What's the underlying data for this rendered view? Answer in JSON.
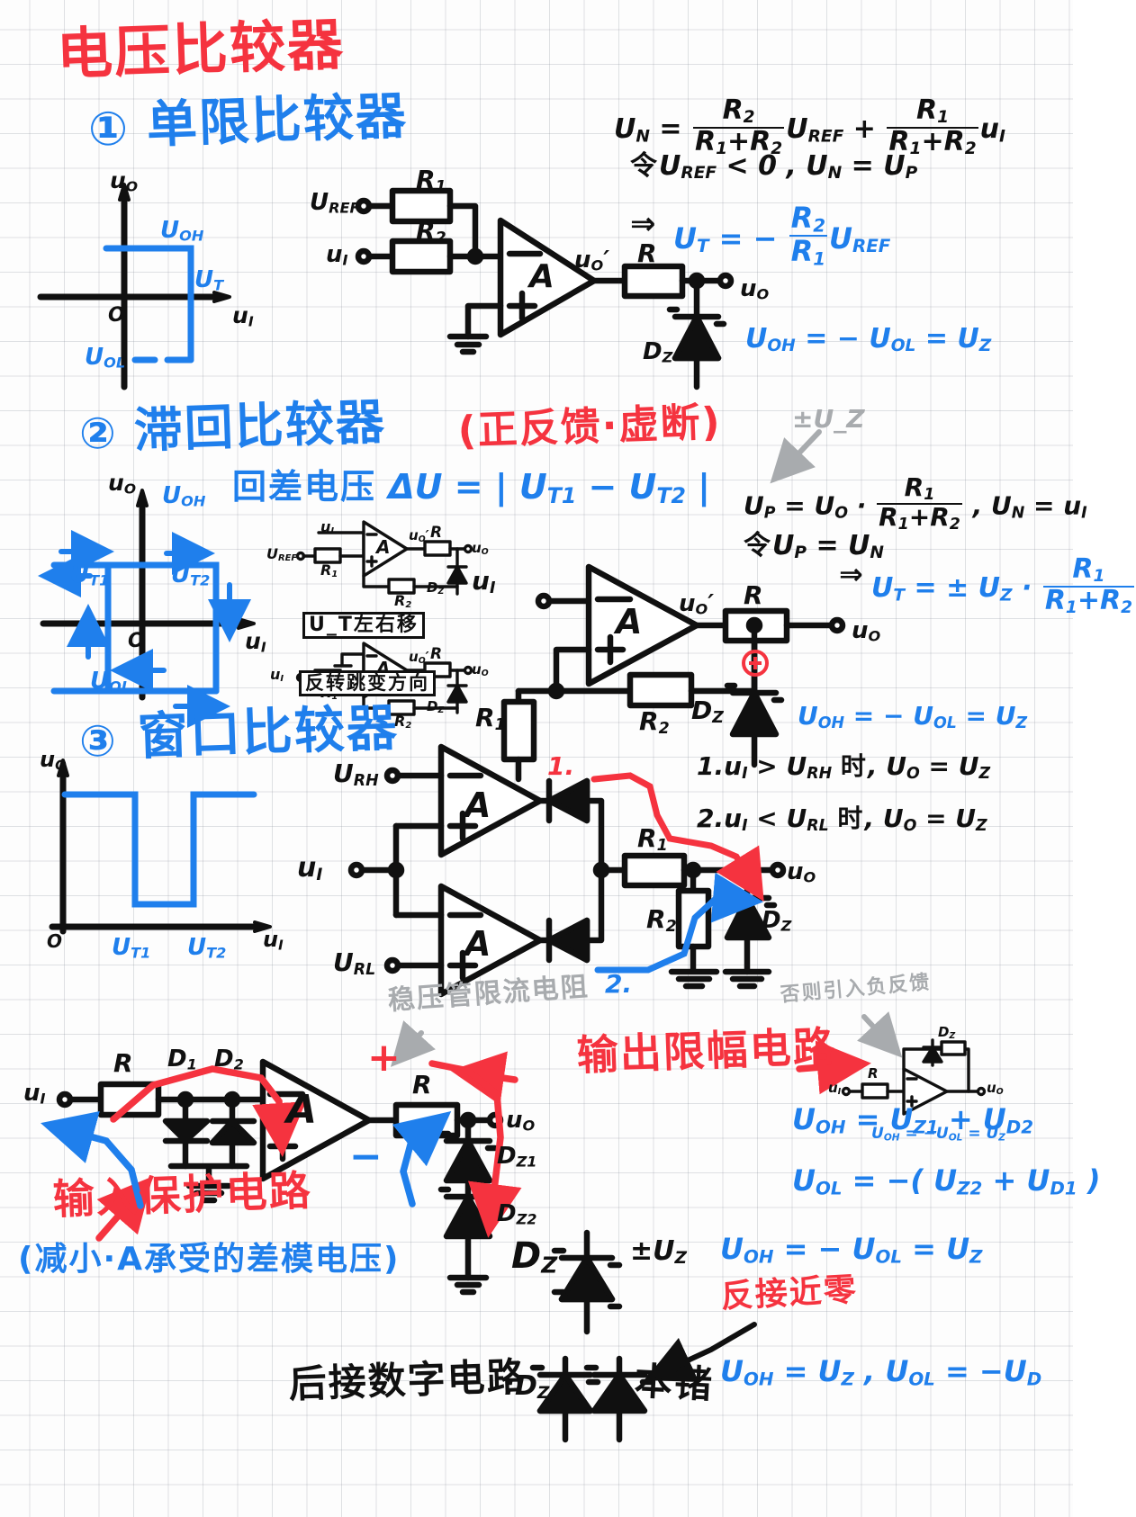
{
  "page": {
    "title": "电压比较器",
    "paper": "grid",
    "colors": {
      "red": "#f5333f",
      "blue": "#1f7fec",
      "black": "#101010",
      "gray": "#a8abae",
      "grid": "#969ba5"
    }
  },
  "sections": [
    {
      "id": "single-limit",
      "number": "①",
      "heading": "单限比较器",
      "graph": {
        "y_axis": "u",
        "y_axis_sub": "O",
        "x_axis": "u",
        "x_axis_sub": "I",
        "origin": "O",
        "high_label": "U",
        "high_label_sub": "OH",
        "low_label": "U",
        "low_label_sub": "OL",
        "threshold_label": "U",
        "threshold_label_sub": "T"
      },
      "circuit": {
        "inputs": [
          "U_REF",
          "U_I"
        ],
        "resistors": [
          "R1",
          "R2",
          "R"
        ],
        "opamp": "A",
        "opamp_out": "u_O'",
        "zener": "D_Z",
        "output": "u_O"
      },
      "formulas": [
        "U_N = R2/(R1+R2) U_REF + R1/(R1+R2) U_I",
        "令 U_REF < 0 , U_N = U_P",
        "⇒ U_T = − R2/R1 U_REF",
        "U_OH = − U_OL = U_Z"
      ]
    },
    {
      "id": "hysteresis",
      "number": "②",
      "heading": "滞回比较器",
      "annotation": "(正反馈·虚断)",
      "subheading": "回差电压 ΔU = | U_T1 − U_T2 |",
      "graph": {
        "y_axis": "u",
        "y_axis_sub": "O",
        "x_axis": "u",
        "x_axis_sub": "I",
        "origin": "O",
        "high_label": "U",
        "high_label_sub": "OH",
        "low_label": "U",
        "low_label_sub": "OL",
        "threshold_low": "U",
        "threshold_low_sub": "T1",
        "threshold_high": "U",
        "threshold_high_sub": "T2"
      },
      "mini_circuits": [
        {
          "note": "U_T左右移",
          "inputs": [
            "U_I",
            "U_REF"
          ],
          "resistors": [
            "R1",
            "R2",
            "R"
          ],
          "opamp": "A",
          "out": "u_O'",
          "zener": "D_Z",
          "output": "u_O"
        },
        {
          "note": "反转跳变方向",
          "inputs": [
            "U_I"
          ],
          "resistors": [
            "R1",
            "R2",
            "R"
          ],
          "opamp": "A",
          "out": "u_O'",
          "zener": "D_Z",
          "output": "u_O"
        }
      ],
      "circuit": {
        "input": "U_I",
        "opamp": "A",
        "opamp_out": "u_O'",
        "resistors": [
          "R",
          "R1",
          "R2"
        ],
        "feedback_marker": "⊕",
        "zener": "D_Z",
        "output": "u_O"
      },
      "gray_note": "±U_Z",
      "formulas": [
        "U_P = U_O · R1/(R1+R2) , U_N = U_I",
        "令 U_P = U_N",
        "⇒ U_T = ± U_Z · R1/(R1+R2)",
        "U_OH = − U_OL = U_Z"
      ]
    },
    {
      "id": "window",
      "number": "③",
      "heading": "窗口比较器",
      "graph": {
        "y_axis": "u",
        "y_axis_sub": "O",
        "x_axis": "u",
        "x_axis_sub": "I",
        "origin": "O",
        "threshold_1": "U",
        "threshold_1_sub": "T1",
        "threshold_2": "U",
        "threshold_2_sub": "T2"
      },
      "circuit": {
        "inputs": [
          "U_RH",
          "U_I",
          "U_RL"
        ],
        "opamps": [
          "A",
          "A"
        ],
        "diodes": 2,
        "resistors": [
          "R1",
          "R2"
        ],
        "zener": "D_Z",
        "output": "u_O",
        "trace_labels": [
          "1.",
          "2."
        ]
      },
      "conditions": [
        "1. U_I > U_RH 时, U_O = U_Z",
        "2. U_I < U_RL 时, U_O = U_Z"
      ]
    }
  ],
  "bottom": {
    "input_protection": {
      "title": "输入保护电路",
      "subtitle": "(减小·A承受的差模电压)",
      "input": "U_I",
      "resistor": "R",
      "diodes": [
        "D1",
        "D2"
      ],
      "opamp": "A",
      "plus_marker": "+",
      "minus_marker": "−"
    },
    "output_limit": {
      "title": "输出限幅电路",
      "gray_note": "稳压管限流电阻",
      "resistor": "R",
      "zeners": [
        "D_Z1",
        "D_Z2"
      ],
      "output": "u_O",
      "formulas": [
        "U_OH = U_Z1 + U_D2",
        "U_OL = −( U_Z2 + U_D1 )"
      ]
    },
    "feedback_note": {
      "gray_note": "否则引入负反馈",
      "zener": "D_Z",
      "resistor": "R",
      "input": "u_I",
      "output": "u_O",
      "formula": "U_OH = −U_OL = U_Z"
    },
    "zener_notes": [
      {
        "label": "D_Z",
        "annotation": "±U_Z",
        "formula": "U_OH = − U_OL = U_Z"
      },
      {
        "label": "D_Z",
        "red_note": "反接近零",
        "prefix": "后接数字电路",
        "suffix": ":D_Z",
        "formula": "U_OH = U_Z , U_OL = −U_D"
      }
    ]
  }
}
